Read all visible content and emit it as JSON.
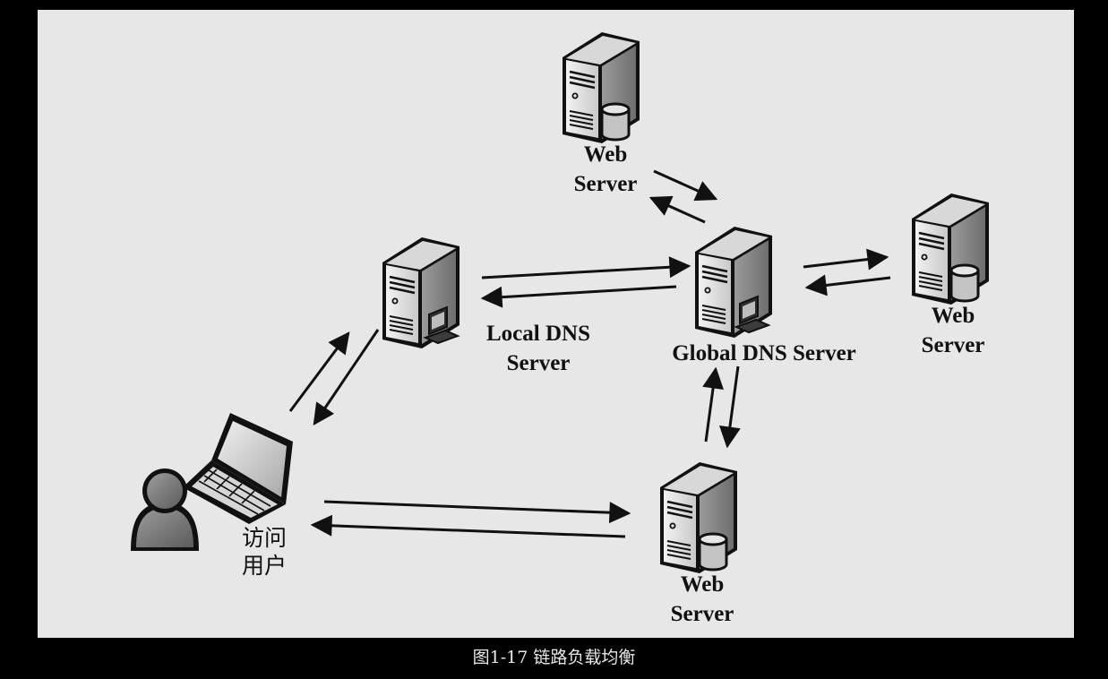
{
  "diagram": {
    "nodes": {
      "web_server_top": {
        "line1": "Web",
        "line2": "Server"
      },
      "local_dns": {
        "line1": "Local DNS",
        "line2": "Server"
      },
      "global_dns": {
        "line1": "Global DNS Server"
      },
      "web_server_right": {
        "line1": "Web",
        "line2": "Server"
      },
      "web_server_bottom": {
        "line1": "Web",
        "line2": "Server"
      },
      "user": {
        "line1": "访问",
        "line2": "用户"
      }
    },
    "caption": "图1-17  链路负载均衡"
  },
  "colors": {
    "background": "#000000",
    "panel": "#e7e7e7",
    "ink": "#111111",
    "caption_text": "#e8e8e8"
  },
  "icons": [
    "web-server-icon",
    "dns-server-icon",
    "laptop-icon",
    "user-person-icon"
  ]
}
